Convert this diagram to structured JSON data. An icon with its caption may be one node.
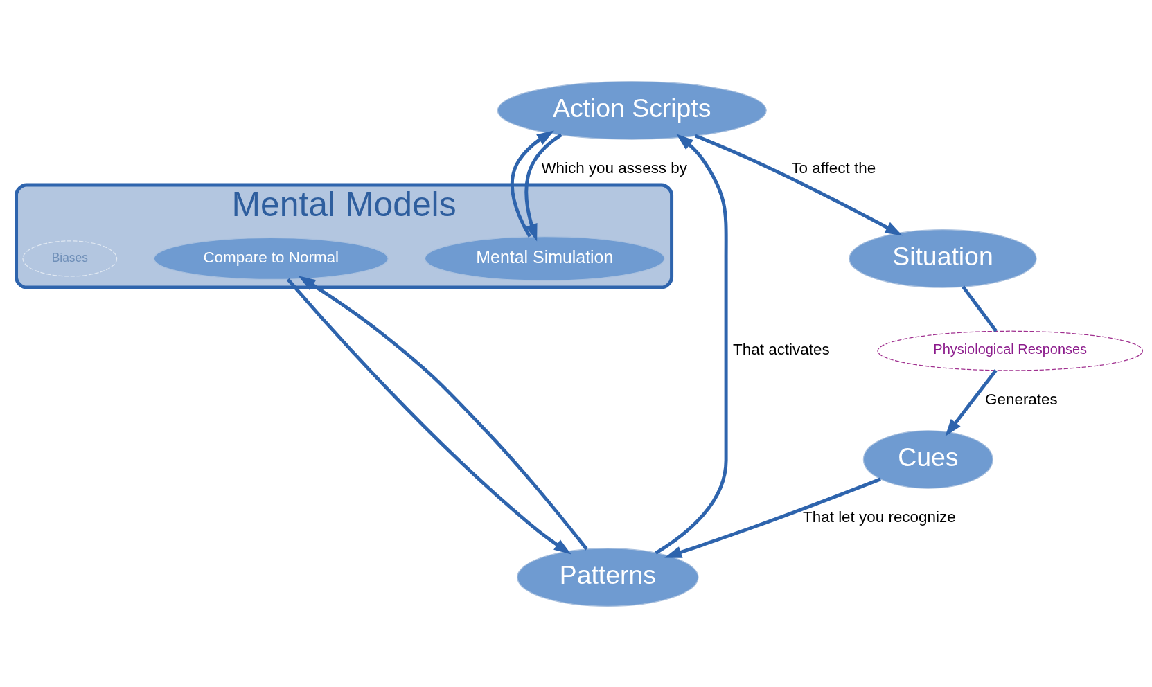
{
  "diagram": {
    "nodes": [
      {
        "text": [
          "Mental Models"
        ]
      },
      {
        "text": [
          "Situation"
        ]
      },
      {
        "text": [
          "Physiological Responses"
        ]
      },
      {
        "text": [
          "Cues"
        ]
      },
      {
        "text": [
          "Patterns"
        ]
      },
      {
        "text": [
          "Action Scripts"
        ]
      },
      {
        "text": [
          "Mental Simulation"
        ],
        "in": 0
      },
      {
        "text": [
          "Compare to Normal"
        ],
        "in": 0
      },
      {
        "text": [
          "Biases"
        ],
        "in": 0
      }
    ],
    "edges": [
      {
        "from": 1,
        "to": 2,
        "arrow": "none"
      },
      {
        "from": 2,
        "to": 3,
        "arrow": "to",
        "label": "Generates"
      },
      {
        "from": 3,
        "to": 4,
        "arrow": "to",
        "label": "That let you recognize"
      },
      {
        "from": 4,
        "to": 5,
        "arrow": "to",
        "label": "That activates"
      },
      {
        "from": 5,
        "to": 1,
        "arrow": "to",
        "label": "To affect the"
      },
      {
        "from": 5,
        "to": 6,
        "arrow": "to",
        "label": "Which you assess by"
      },
      {
        "from": 6,
        "to": 5,
        "arrow": "to"
      },
      {
        "from": 7,
        "to": 4,
        "arrow": "to"
      },
      {
        "from": 4,
        "to": 7,
        "arrow": "to"
      }
    ]
  }
}
